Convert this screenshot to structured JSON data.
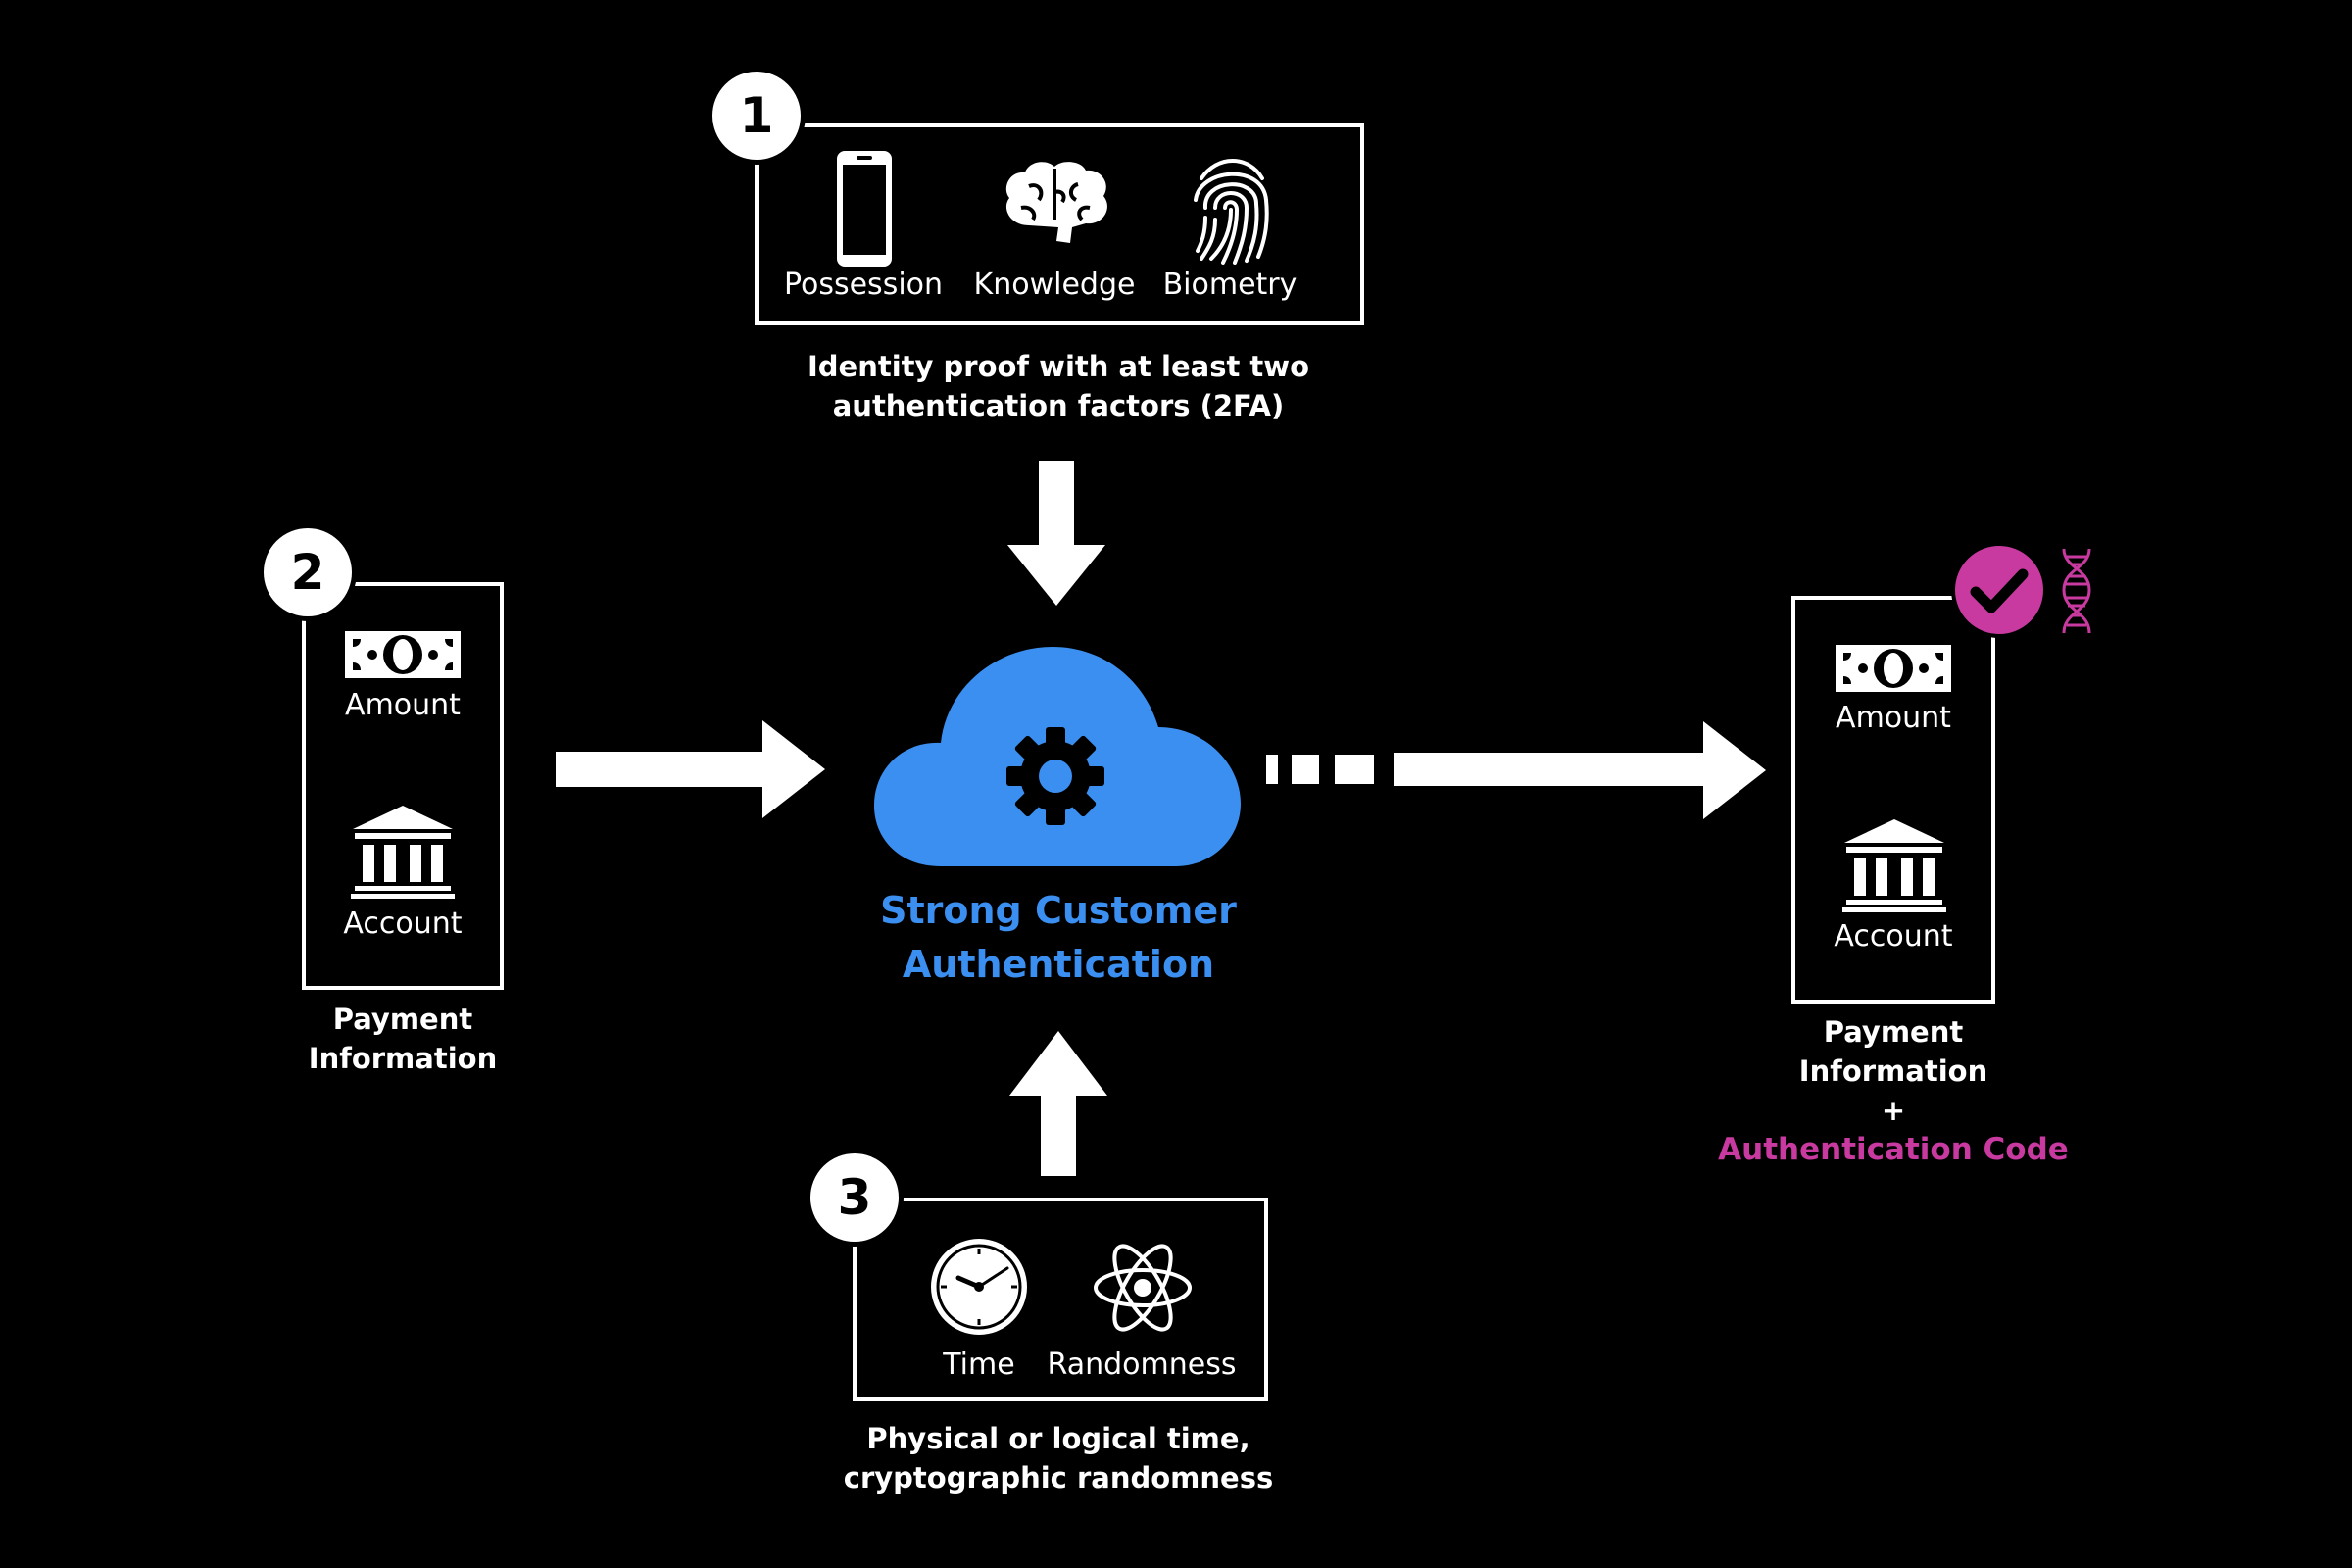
{
  "step1": {
    "number": "1",
    "factors": [
      "Possession",
      "Knowledge",
      "Biometry"
    ],
    "caption_line1": "Identity proof with at least two",
    "caption_line2": "authentication factors (2FA)"
  },
  "step2": {
    "number": "2",
    "items": [
      "Amount",
      "Account"
    ],
    "caption_line1": "Payment",
    "caption_line2": "Information"
  },
  "step3": {
    "number": "3",
    "items": [
      "Time",
      "Randomness"
    ],
    "caption_line1": "Physical or logical time,",
    "caption_line2": "cryptographic randomness"
  },
  "center": {
    "title_line1": "Strong Customer",
    "title_line2": "Authentication",
    "color": "#3b8ff0"
  },
  "result": {
    "items": [
      "Amount",
      "Account"
    ],
    "caption_line1": "Payment",
    "caption_line2": "Information",
    "plus": "+",
    "code_label": "Authentication Code",
    "accent": "#c93aa0"
  },
  "icons": [
    "phone-icon",
    "brain-icon",
    "fingerprint-icon",
    "banknote-icon",
    "bank-icon",
    "clock-icon",
    "atom-icon",
    "gear-icon",
    "cloud-icon",
    "checkmark-icon",
    "dna-icon"
  ]
}
